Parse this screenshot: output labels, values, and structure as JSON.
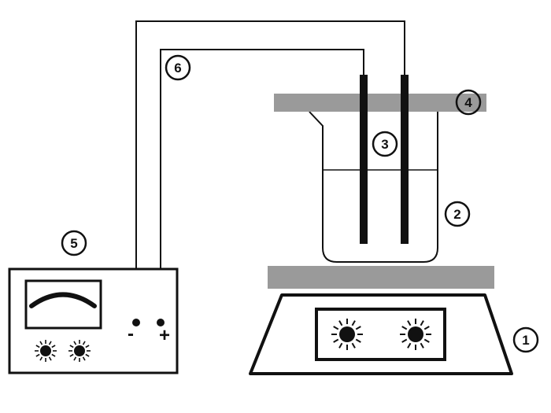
{
  "labels": {
    "hot_plate": "1",
    "beaker": "2",
    "electrodes": "3",
    "holder_bar": "4",
    "meter": "5",
    "wires": "6"
  },
  "meter": {
    "negative_sign": "-",
    "positive_sign": "+"
  },
  "colors": {
    "line": "#111111",
    "plate_gray": "#9a9a9a",
    "background": "#ffffff"
  },
  "icons": [
    "knob-sun-icon",
    "needle-arc-icon"
  ]
}
